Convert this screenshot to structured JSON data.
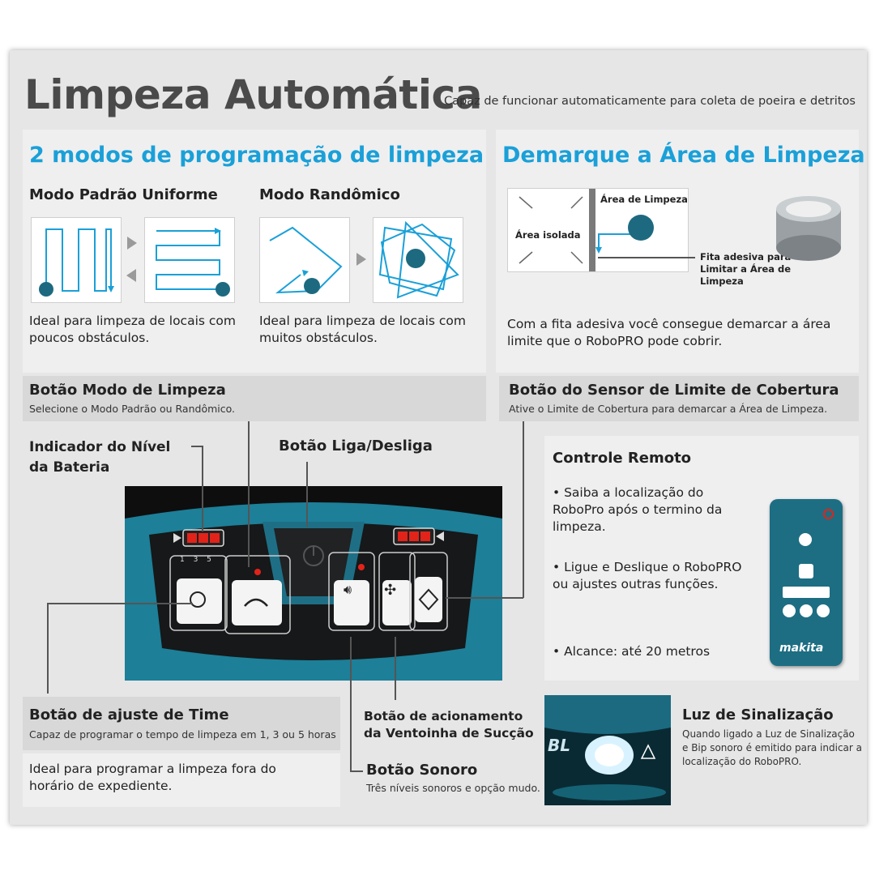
{
  "header": {
    "title": "Limpeza Automática",
    "subtitle": "Capaz de funcionar automaticamente para coleta de poeira e detritos"
  },
  "modes": {
    "heading": "2 modos de programação de limpeza",
    "standard": {
      "title": "Modo Padrão Uniforme",
      "description": "Ideal para limpeza de locais com poucos obstáculos."
    },
    "random": {
      "title": "Modo Randômico",
      "description": "Ideal para limpeza de locais com muitos obstáculos."
    }
  },
  "area": {
    "heading": "Demarque a Área de Limpeza",
    "label_isolated": "Área isolada",
    "label_cleaning": "Área de Limpeza",
    "tape_label": "Fita adesiva para Limitar a Área de Limpeza",
    "description": "Com a fita adesiva você consegue demarcar a área limite que o RoboPRO pode cobrir."
  },
  "mode_button": {
    "title": "Botão Modo de Limpeza",
    "description": "Selecione o Modo Padrão ou Randômico."
  },
  "sensor_button": {
    "title": "Botão do Sensor de Limite de Cobertura",
    "description": "Ative o Limite de Cobertura para demarcar a Área de Limpeza."
  },
  "panel_labels": {
    "battery": "Indicador do Nível da Bateria",
    "power": "Botão Liga/Desliga",
    "timer_digits": "1 3 5"
  },
  "remote": {
    "title": "Controle Remoto",
    "bullets": [
      "• Saiba a localização do RoboPro após o termino da limpeza.",
      "• Ligue e Deslique o RoboPRO ou ajustes outras funções.",
      "• Alcance: até 20 metros"
    ],
    "brand": "makita"
  },
  "timer": {
    "title": "Botão de ajuste de Time",
    "description": "Capaz de programar o tempo de limpeza em 1, 3 ou 5 horas",
    "note": "Ideal para programar a limpeza fora do horário de expediente."
  },
  "fan": {
    "title": "Botão de acionamento da Ventoinha de Sucção"
  },
  "sound": {
    "title": "Botão Sonoro",
    "description": "Três níveis sonoros e opção mudo."
  },
  "light": {
    "title": "Luz de Sinalização",
    "description": "Quando ligado a Luz de Sinalização e Bip sonoro é emitido para indicar a localização do RoboPRO.",
    "lettering": "BL"
  },
  "colors": {
    "accent": "#1aa0d8",
    "device_teal": "#1d7f98",
    "led_red": "#e2231a"
  }
}
